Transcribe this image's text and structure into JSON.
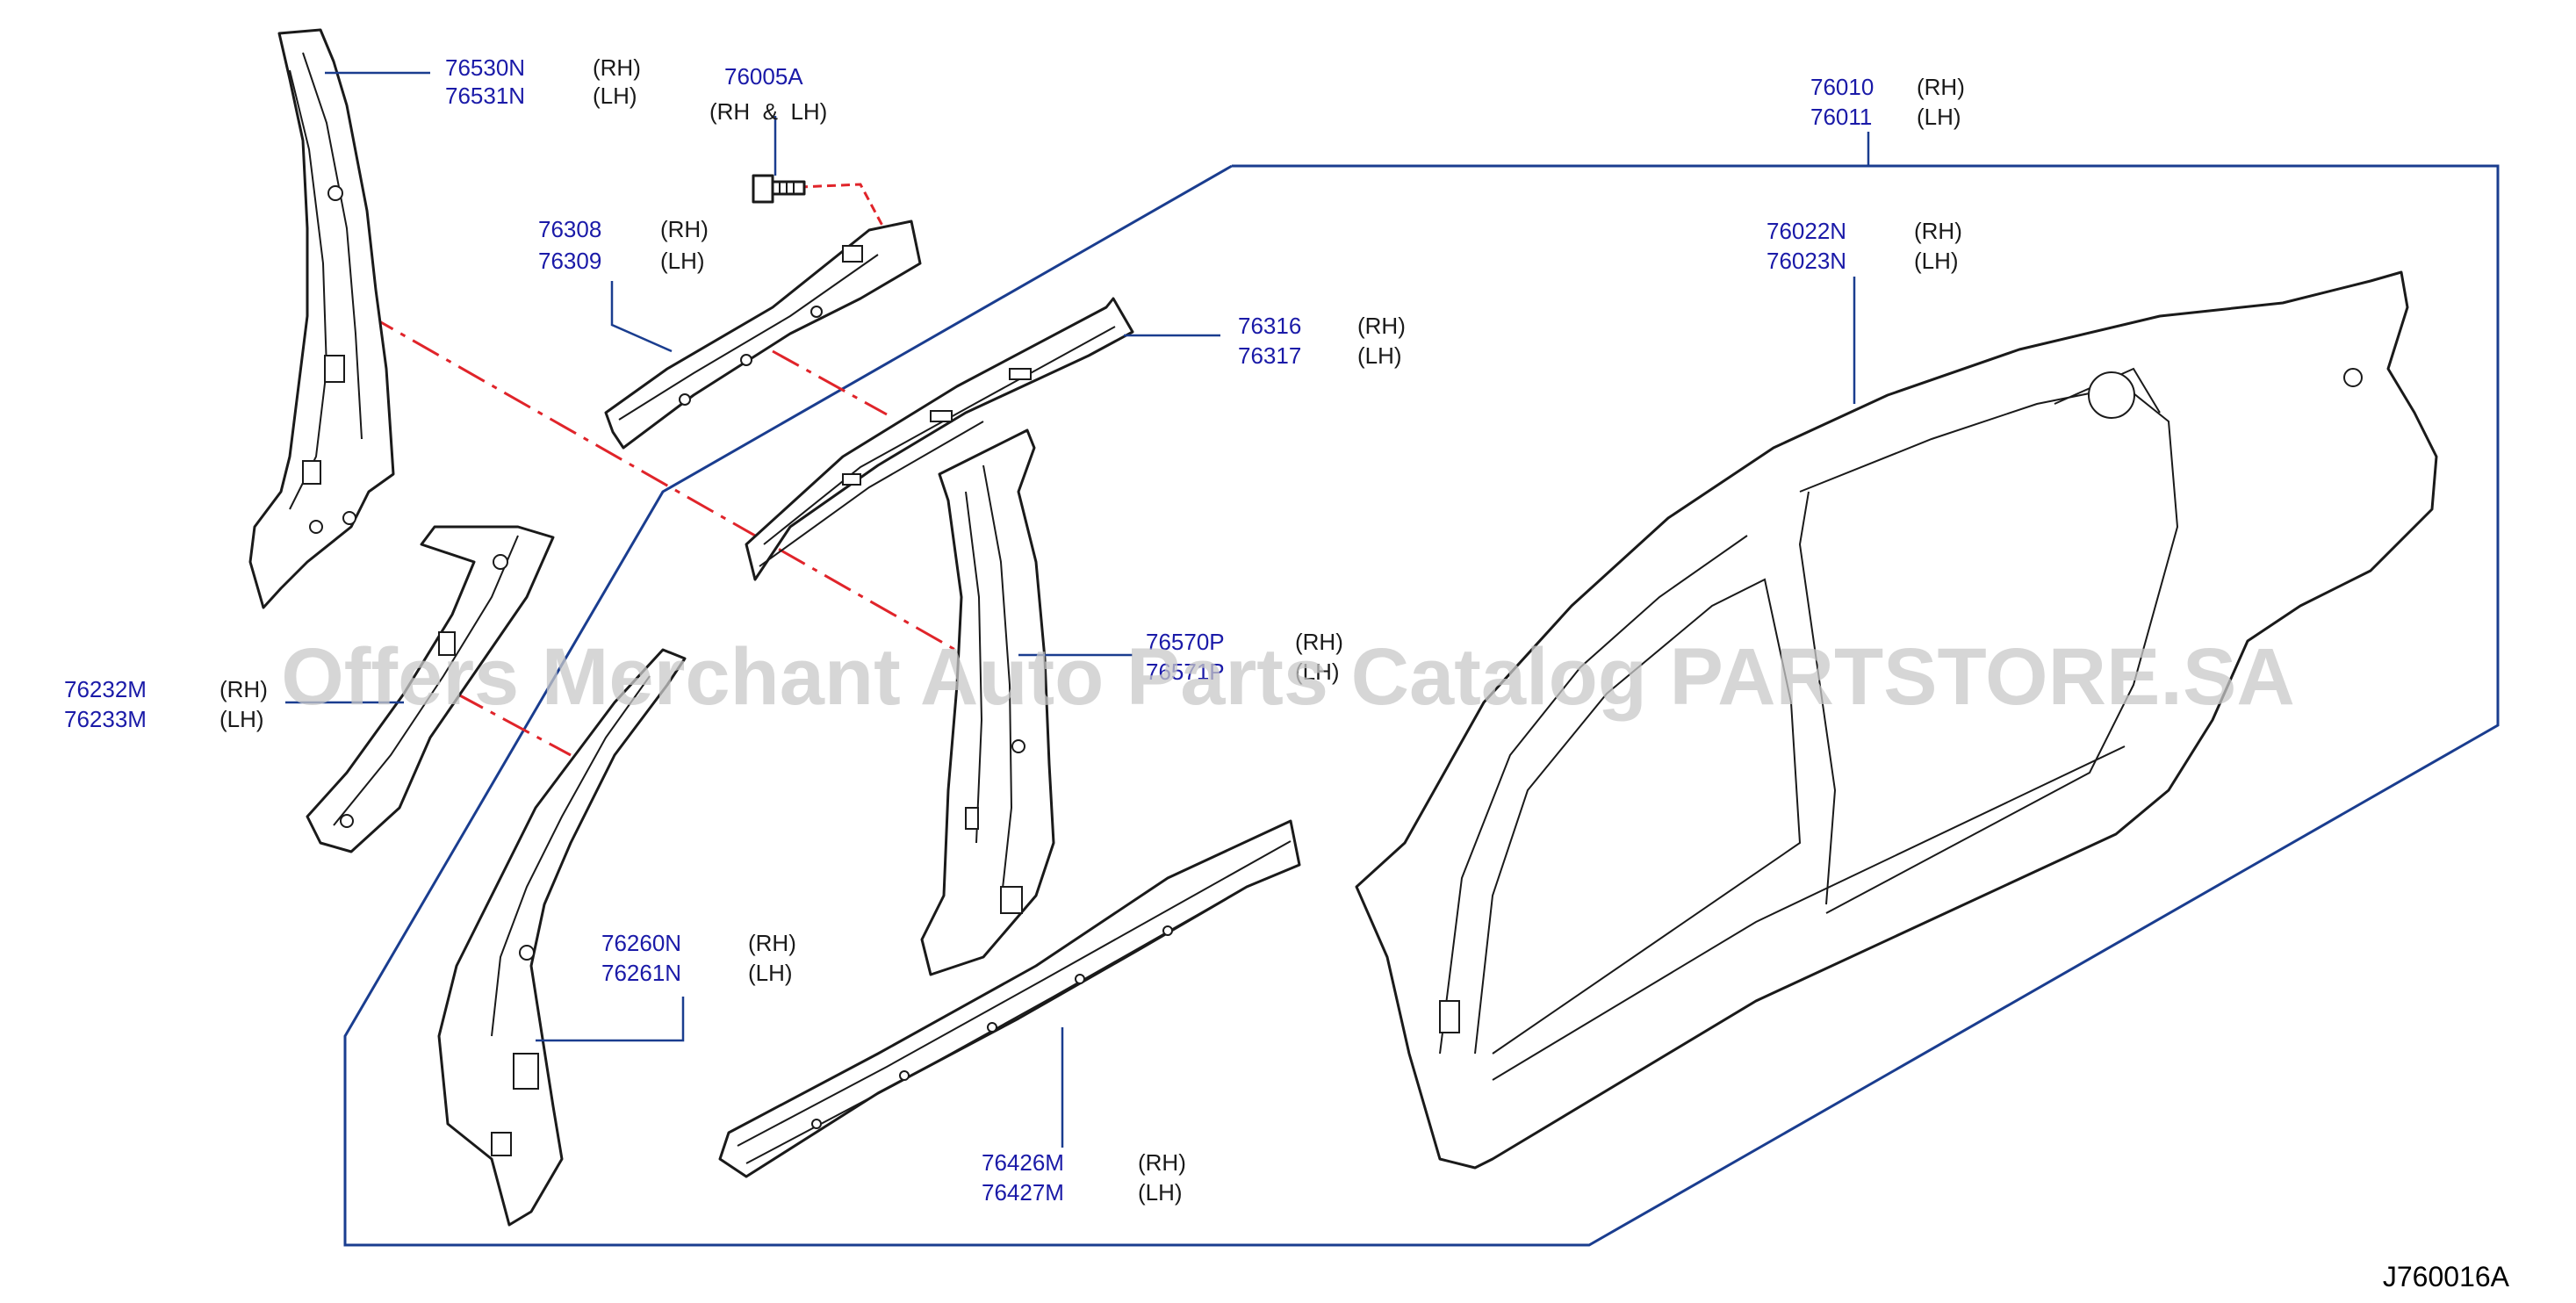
{
  "diagram_code": "J760016A",
  "watermark": "Offers Merchant Auto Parts Catalog PARTSTORE.SA",
  "colors": {
    "part_number": "#1a1aa8",
    "leader_line": "#1a3d8f",
    "reference_dash": "#e0242a",
    "outline": "#1a1a1a",
    "watermark": "#c8c8c8"
  },
  "callouts": [
    {
      "id": "c76530",
      "lines": [
        {
          "pn": "76530N",
          "side": "(RH)"
        },
        {
          "pn": "76531N",
          "side": "(LH)"
        }
      ]
    },
    {
      "id": "c76005",
      "lines": [
        {
          "pn": "76005A",
          "side": ""
        },
        {
          "pn": "",
          "side": "(RH  &  LH)"
        }
      ]
    },
    {
      "id": "c76308",
      "lines": [
        {
          "pn": "76308",
          "side": "(RH)"
        },
        {
          "pn": "76309",
          "side": "(LH)"
        }
      ]
    },
    {
      "id": "c76316",
      "lines": [
        {
          "pn": "76316",
          "side": "(RH)"
        },
        {
          "pn": "76317",
          "side": "(LH)"
        }
      ]
    },
    {
      "id": "c76010",
      "lines": [
        {
          "pn": "76010",
          "side": "(RH)"
        },
        {
          "pn": "76011",
          "side": "(LH)"
        }
      ]
    },
    {
      "id": "c76022",
      "lines": [
        {
          "pn": "76022N",
          "side": "(RH)"
        },
        {
          "pn": "76023N",
          "side": "(LH)"
        }
      ]
    },
    {
      "id": "c76232",
      "lines": [
        {
          "pn": "76232M",
          "side": "(RH)"
        },
        {
          "pn": "76233M",
          "side": "(LH)"
        }
      ]
    },
    {
      "id": "c76570",
      "lines": [
        {
          "pn": "76570P",
          "side": "(RH)"
        },
        {
          "pn": "76571P",
          "side": "(LH)"
        }
      ]
    },
    {
      "id": "c76260",
      "lines": [
        {
          "pn": "76260N",
          "side": "(RH)"
        },
        {
          "pn": "76261N",
          "side": "(LH)"
        }
      ]
    },
    {
      "id": "c76426",
      "lines": [
        {
          "pn": "76426M",
          "side": "(RH)"
        },
        {
          "pn": "76427M",
          "side": "(LH)"
        }
      ]
    }
  ]
}
